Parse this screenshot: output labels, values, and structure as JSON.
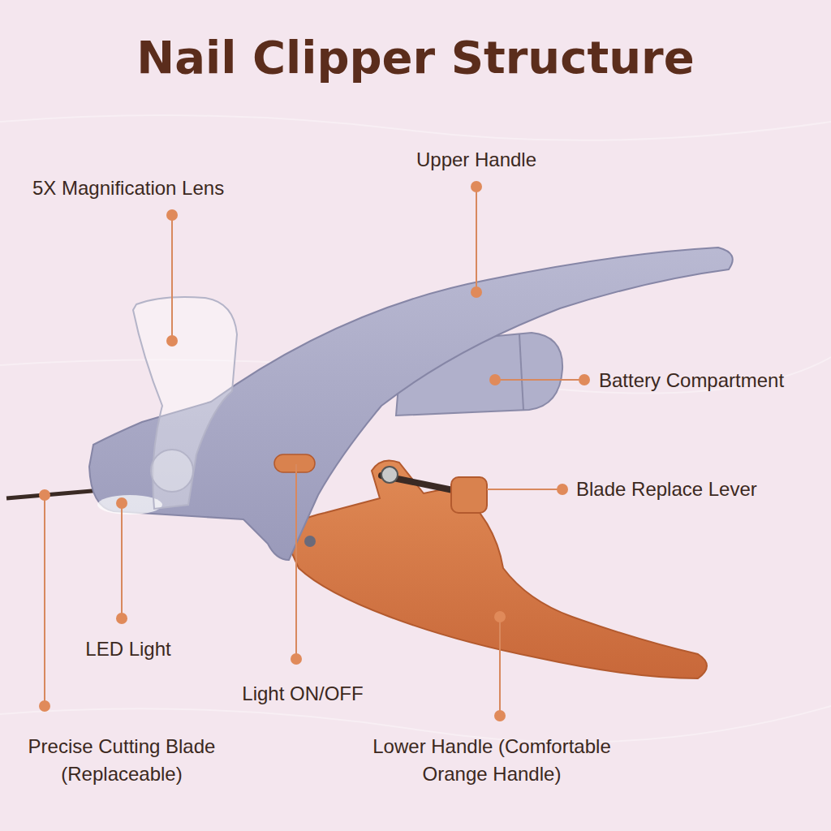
{
  "diagram": {
    "title": "Nail Clipper Structure",
    "labels": [
      "Upper Handle",
      "5X Magnification Lens",
      "Battery Compartment",
      "Blade Replace Lever",
      "LED Light",
      "Light ON/OFF",
      "Precise Cutting Blade (Replaceable)",
      "Lower Handle (Comfortable Orange Handle)"
    ]
  }
}
